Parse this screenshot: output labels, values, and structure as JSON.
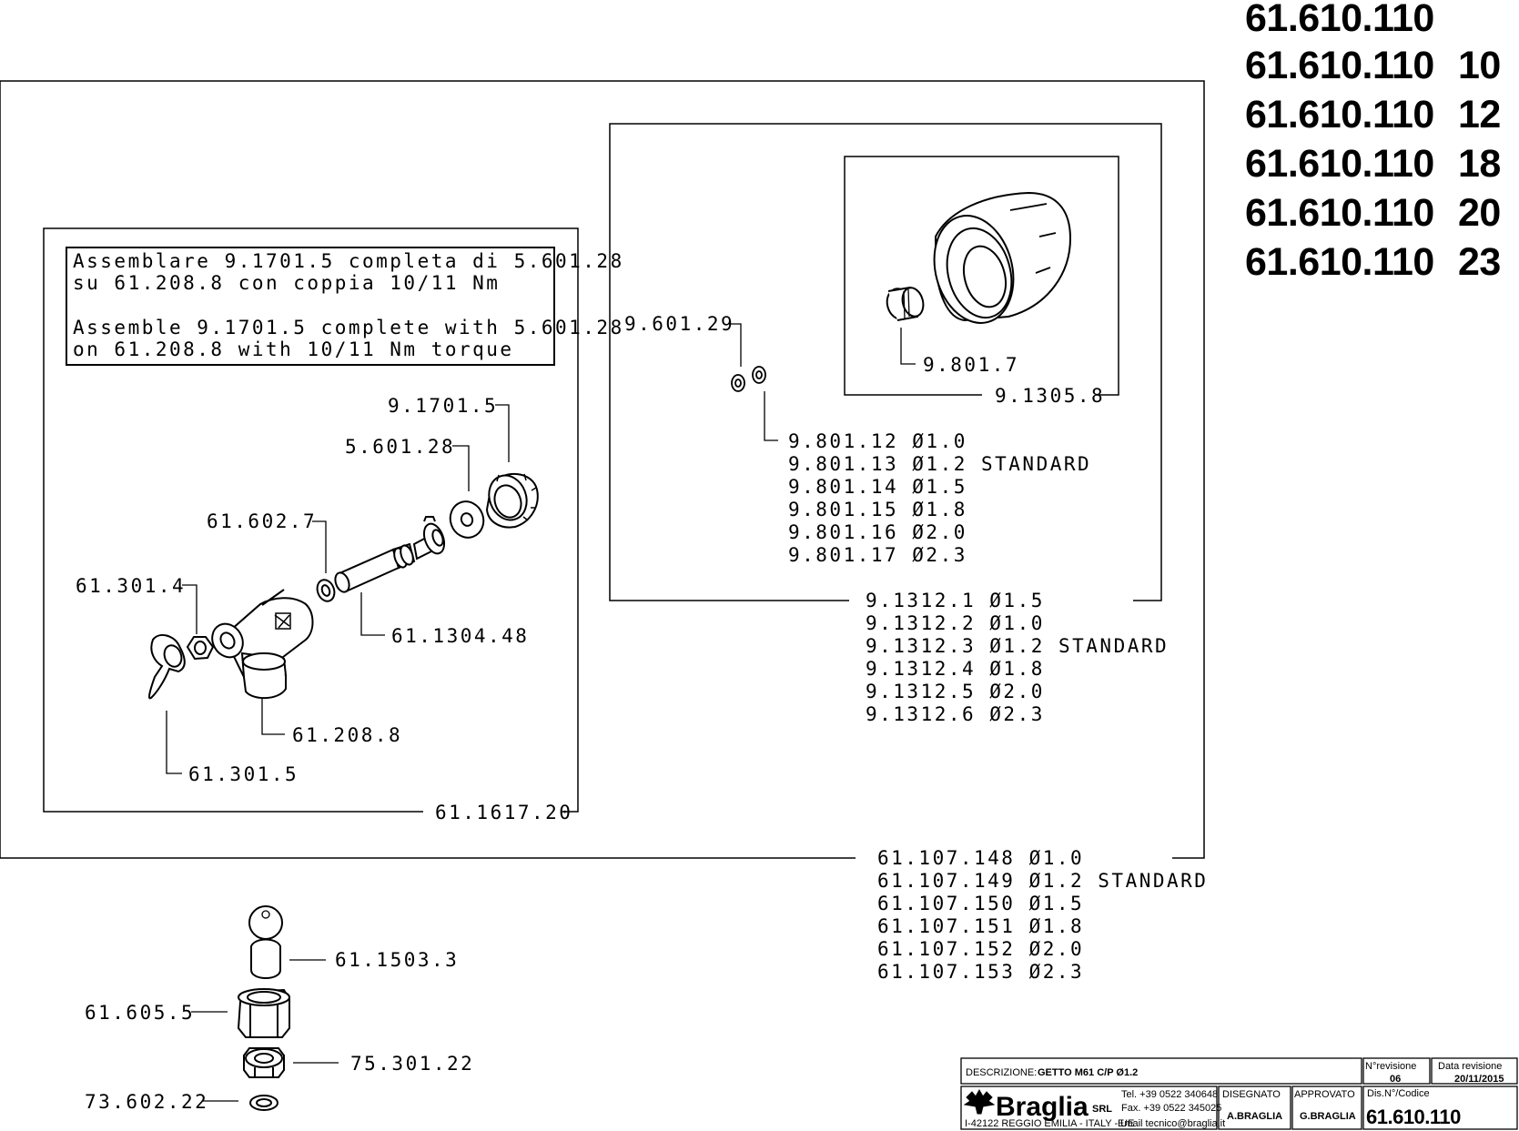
{
  "header_codes": [
    {
      "code": "61.610.110",
      "suffix": ""
    },
    {
      "code": "61.610.110",
      "suffix": "10"
    },
    {
      "code": "61.610.110",
      "suffix": "12"
    },
    {
      "code": "61.610.110",
      "suffix": "18"
    },
    {
      "code": "61.610.110",
      "suffix": "20"
    },
    {
      "code": "61.610.110",
      "suffix": "23"
    }
  ],
  "note": {
    "it_line1": "Assemblare 9.1701.5 completa di 5.601.28",
    "it_line2": "su 61.208.8 con coppia 10/11 Nm",
    "en_line1": "Assemble 9.1701.5 complete with 5.601.28",
    "en_line2": "on 61.208.8 with 10/11 Nm torque"
  },
  "labels": {
    "p9_1701_5": "9.1701.5",
    "p5_601_28": "5.601.28",
    "p61_602_7": "61.602.7",
    "p61_301_4": "61.301.4",
    "p61_1304_48": "61.1304.48",
    "p61_208_8": "61.208.8",
    "p61_301_5": "61.301.5",
    "p61_1617_20": "61.1617.20",
    "p9_601_29": "9.601.29",
    "p9_801_7": "9.801.7",
    "p9_1305_8": "9.1305.8",
    "p61_1503_3": "61.1503.3",
    "p61_605_5": "61.605.5",
    "p75_301_22": "75.301.22",
    "p73_602_22": "73.602.22"
  },
  "nozzle_list": [
    "9.801.12 Ø1.0",
    "9.801.13 Ø1.2 STANDARD",
    "9.801.14 Ø1.5",
    "9.801.15 Ø1.8",
    "9.801.16 Ø2.0",
    "9.801.17 Ø2.3"
  ],
  "cap_list": [
    "9.1312.1 Ø1.5",
    "9.1312.2 Ø1.0",
    "9.1312.3 Ø1.2 STANDARD",
    "9.1312.4 Ø1.8",
    "9.1312.5 Ø2.0",
    "9.1312.6 Ø2.3"
  ],
  "assembly_list": [
    "61.107.148 Ø1.0",
    "61.107.149 Ø1.2 STANDARD",
    "61.107.150 Ø1.5",
    "61.107.151 Ø1.8",
    "61.107.152 Ø2.0",
    "61.107.153 Ø2.3"
  ],
  "title_block": {
    "desc_label": "DESCRIZIONE:",
    "desc_value": "GETTO M61 C/P Ø1.2",
    "rev_label": "N°revisione",
    "rev_value": "06",
    "date_label": "Data revisione",
    "date_value": "20/11/2015",
    "company": "Braglia",
    "company_suffix": "SRL",
    "tel": "Tel. +39 0522 340648",
    "fax": "Fax. +39 0522 345025",
    "email": "Email tecnico@braglia.it",
    "address": "I-42122 REGGIO EMILIA - ITALY - UE",
    "drawn_label": "DISEGNATO",
    "drawn_value": "A.BRAGLIA",
    "approved_label": "APPROVATO",
    "approved_value": "G.BRAGLIA",
    "code_label": "Dis.N°/Codice",
    "code_value": "61.610.110"
  }
}
